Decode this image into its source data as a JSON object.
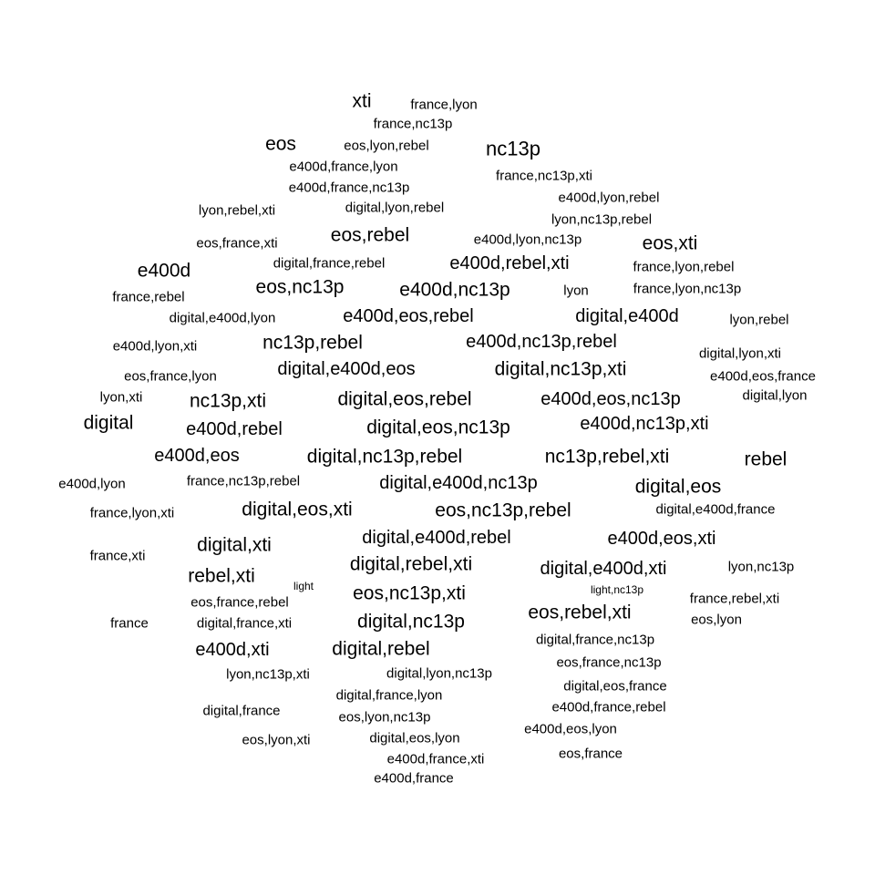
{
  "text_color": "#000000",
  "background_color": "#ffffff",
  "words": [
    {
      "text": "xti",
      "weight": 5
    },
    {
      "text": "france,lyon",
      "weight": 2
    },
    {
      "text": "france,nc13p",
      "weight": 2
    },
    {
      "text": "eos",
      "weight": 5
    },
    {
      "text": "eos,lyon,rebel",
      "weight": 2
    },
    {
      "text": "nc13p",
      "weight": 6
    },
    {
      "text": "e400d,france,lyon",
      "weight": 1
    },
    {
      "text": "france,nc13p,xti",
      "weight": 2
    },
    {
      "text": "e400d,france,nc13p",
      "weight": 1
    },
    {
      "text": "e400d,lyon,rebel",
      "weight": 2
    },
    {
      "text": "lyon,rebel,xti",
      "weight": 2
    },
    {
      "text": "digital,lyon,rebel",
      "weight": 2
    },
    {
      "text": "lyon,nc13p,rebel",
      "weight": 2
    },
    {
      "text": "eos,rebel",
      "weight": 5
    },
    {
      "text": "eos,france,xti",
      "weight": 1
    },
    {
      "text": "e400d,lyon,nc13p",
      "weight": 2
    },
    {
      "text": "eos,xti",
      "weight": 5
    },
    {
      "text": "e400d",
      "weight": 5
    },
    {
      "text": "digital,france,rebel",
      "weight": 1
    },
    {
      "text": "e400d,rebel,xti",
      "weight": 4
    },
    {
      "text": "france,lyon,rebel",
      "weight": 2
    },
    {
      "text": "eos,nc13p",
      "weight": 5
    },
    {
      "text": "e400d,nc13p",
      "weight": 5
    },
    {
      "text": "lyon",
      "weight": 2
    },
    {
      "text": "france,lyon,nc13p",
      "weight": 2
    },
    {
      "text": "france,rebel",
      "weight": 2
    },
    {
      "text": "digital,e400d,lyon",
      "weight": 2
    },
    {
      "text": "e400d,eos,rebel",
      "weight": 4
    },
    {
      "text": "digital,e400d",
      "weight": 4
    },
    {
      "text": "lyon,rebel",
      "weight": 2
    },
    {
      "text": "e400d,lyon,xti",
      "weight": 1
    },
    {
      "text": "nc13p,rebel",
      "weight": 5
    },
    {
      "text": "e400d,nc13p,rebel",
      "weight": 4
    },
    {
      "text": "digital,lyon,xti",
      "weight": 2
    },
    {
      "text": "eos,france,lyon",
      "weight": 2
    },
    {
      "text": "digital,e400d,eos",
      "weight": 4
    },
    {
      "text": "digital,nc13p,xti",
      "weight": 5
    },
    {
      "text": "e400d,eos,france",
      "weight": 1
    },
    {
      "text": "lyon,xti",
      "weight": 2
    },
    {
      "text": "nc13p,xti",
      "weight": 5
    },
    {
      "text": "digital,eos,rebel",
      "weight": 5
    },
    {
      "text": "e400d,eos,nc13p",
      "weight": 4
    },
    {
      "text": "digital,lyon",
      "weight": 2
    },
    {
      "text": "digital",
      "weight": 5
    },
    {
      "text": "e400d,rebel",
      "weight": 4
    },
    {
      "text": "digital,eos,nc13p",
      "weight": 5
    },
    {
      "text": "e400d,nc13p,xti",
      "weight": 4
    },
    {
      "text": "e400d,eos",
      "weight": 4
    },
    {
      "text": "digital,nc13p,rebel",
      "weight": 5
    },
    {
      "text": "nc13p,rebel,xti",
      "weight": 5
    },
    {
      "text": "rebel",
      "weight": 5
    },
    {
      "text": "e400d,lyon",
      "weight": 2
    },
    {
      "text": "france,nc13p,rebel",
      "weight": 2
    },
    {
      "text": "digital,e400d,nc13p",
      "weight": 4
    },
    {
      "text": "digital,eos",
      "weight": 5
    },
    {
      "text": "france,lyon,xti",
      "weight": 2
    },
    {
      "text": "digital,eos,xti",
      "weight": 5
    },
    {
      "text": "eos,nc13p,rebel",
      "weight": 5
    },
    {
      "text": "digital,e400d,france",
      "weight": 1
    },
    {
      "text": "digital,e400d,rebel",
      "weight": 4
    },
    {
      "text": "e400d,eos,xti",
      "weight": 4
    },
    {
      "text": "france,xti",
      "weight": 2
    },
    {
      "text": "digital,xti",
      "weight": 5
    },
    {
      "text": "digital,rebel,xti",
      "weight": 5
    },
    {
      "text": "digital,e400d,xti",
      "weight": 4
    },
    {
      "text": "lyon,nc13p",
      "weight": 2
    },
    {
      "text": "rebel,xti",
      "weight": 5
    },
    {
      "text": "light",
      "weight": 0
    },
    {
      "text": "eos,nc13p,xti",
      "weight": 5
    },
    {
      "text": "light,nc13p",
      "weight": 0
    },
    {
      "text": "eos,france,rebel",
      "weight": 2
    },
    {
      "text": "france,rebel,xti",
      "weight": 2
    },
    {
      "text": "france",
      "weight": 2
    },
    {
      "text": "digital,france,xti",
      "weight": 2
    },
    {
      "text": "digital,nc13p",
      "weight": 5
    },
    {
      "text": "eos,rebel,xti",
      "weight": 5
    },
    {
      "text": "eos,lyon",
      "weight": 2
    },
    {
      "text": "digital,france,nc13p",
      "weight": 2
    },
    {
      "text": "e400d,xti",
      "weight": 4
    },
    {
      "text": "digital,rebel",
      "weight": 5
    },
    {
      "text": "eos,france,nc13p",
      "weight": 2
    },
    {
      "text": "lyon,nc13p,xti",
      "weight": 2
    },
    {
      "text": "digital,lyon,nc13p",
      "weight": 2
    },
    {
      "text": "digital,eos,france",
      "weight": 2
    },
    {
      "text": "digital,france,lyon",
      "weight": 2
    },
    {
      "text": "digital,france",
      "weight": 2
    },
    {
      "text": "e400d,france,rebel",
      "weight": 1
    },
    {
      "text": "eos,lyon,nc13p",
      "weight": 2
    },
    {
      "text": "eos,lyon,xti",
      "weight": 2
    },
    {
      "text": "digital,eos,lyon",
      "weight": 2
    },
    {
      "text": "e400d,eos,lyon",
      "weight": 2
    },
    {
      "text": "e400d,france,xti",
      "weight": 1
    },
    {
      "text": "eos,france",
      "weight": 2
    },
    {
      "text": "e400d,france",
      "weight": 1
    }
  ]
}
